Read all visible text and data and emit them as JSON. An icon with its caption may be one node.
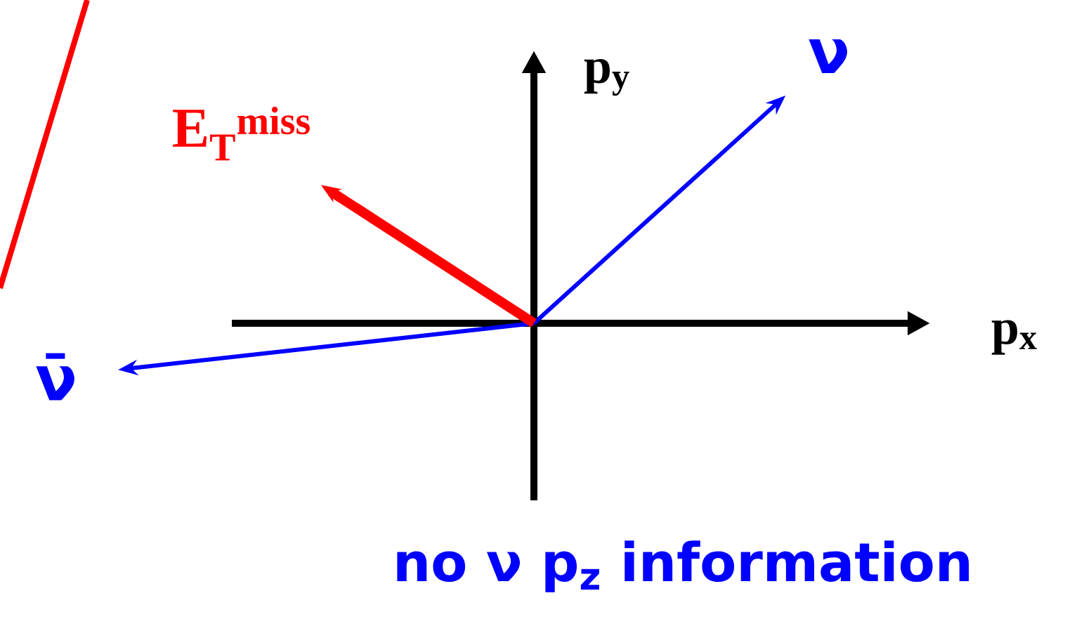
{
  "diagram": {
    "nodes": [
      {
        "text": [
          "ν"
        ]
      },
      {
        "text": [
          "ν̄"
        ]
      },
      {
        "text": [
          "E$_{T}$$^{miss}$"
        ]
      }
    ],
    "edges": [
      {
        "from": null,
        "to": 0,
        "arrow": "to",
        "color": "#0000ff"
      },
      {
        "from": null,
        "to": 1,
        "arrow": "to",
        "color": "#0000ff"
      },
      {
        "from": null,
        "to": 2,
        "arrow": "to",
        "color": "#ff0000",
        "style": "thick"
      }
    ],
    "labels": [
      "p$_{y}$",
      "p$_{x}$",
      "no ν p$_{z}$ information"
    ]
  }
}
